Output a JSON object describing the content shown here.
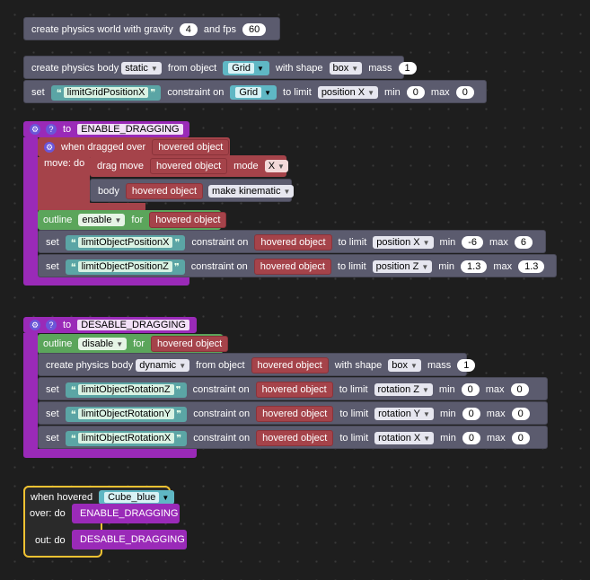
{
  "world": {
    "prefix": "create physics world with gravity",
    "gravity": "4",
    "and_fps": "and fps",
    "fps": "60"
  },
  "body1": {
    "prefix": "create physics body",
    "type": "static",
    "from_object": "from object",
    "object": "Grid",
    "with_shape": "with shape",
    "shape": "box",
    "mass_label": "mass",
    "mass": "1"
  },
  "set1": {
    "set": "set",
    "name": "limitGridPositionX",
    "constraint_on": "constraint on",
    "object": "Grid",
    "to_limit": "to limit",
    "axis": "position X",
    "min_label": "min",
    "min": "0",
    "max_label": "max",
    "max": "0"
  },
  "enable_fn": {
    "to": "to",
    "name": "ENABLE_DRAGGING"
  },
  "dragged": {
    "when": "when dragged over",
    "object": "hovered object",
    "move_do": "move: do"
  },
  "drag_move": {
    "label": "drag move",
    "object": "hovered object",
    "mode_label": "mode",
    "mode": "X"
  },
  "body_kin": {
    "label": "body",
    "object": "hovered object",
    "action": "make kinematic"
  },
  "outline1": {
    "label": "outline",
    "state": "enable",
    "for": "for",
    "object": "hovered object"
  },
  "set2": {
    "set": "set",
    "name": "limitObjectPositionX",
    "constraint_on": "constraint on",
    "object": "hovered object",
    "to_limit": "to limit",
    "axis": "position X",
    "min_label": "min",
    "min": "-6",
    "max_label": "max",
    "max": "6"
  },
  "set3": {
    "set": "set",
    "name": "limitObjectPositionZ",
    "constraint_on": "constraint on",
    "object": "hovered object",
    "to_limit": "to limit",
    "axis": "position Z",
    "min_label": "min",
    "min": "1.3",
    "max_label": "max",
    "max": "1.3"
  },
  "disable_fn": {
    "to": "to",
    "name": "DESABLE_DRAGGING"
  },
  "outline2": {
    "label": "outline",
    "state": "disable",
    "for": "for",
    "object": "hovered object"
  },
  "body2": {
    "prefix": "create physics body",
    "type": "dynamic",
    "from_object": "from object",
    "object": "hovered object",
    "with_shape": "with shape",
    "shape": "box",
    "mass_label": "mass",
    "mass": "1"
  },
  "set4": {
    "set": "set",
    "name": "limitObjectRotationZ",
    "constraint_on": "constraint on",
    "object": "hovered object",
    "to_limit": "to limit",
    "axis": "rotation Z",
    "min_label": "min",
    "min": "0",
    "max_label": "max",
    "max": "0"
  },
  "set5": {
    "set": "set",
    "name": "limitObjectRotationY",
    "constraint_on": "constraint on",
    "object": "hovered object",
    "to_limit": "to limit",
    "axis": "rotation Y",
    "min_label": "min",
    "min": "0",
    "max_label": "max",
    "max": "0"
  },
  "set6": {
    "set": "set",
    "name": "limitObjectRotationX",
    "constraint_on": "constraint on",
    "object": "hovered object",
    "to_limit": "to limit",
    "axis": "rotation X",
    "min_label": "min",
    "min": "0",
    "max_label": "max",
    "max": "0"
  },
  "hover": {
    "when": "when hovered",
    "object": "Cube_blue",
    "over_do": "over: do",
    "over_call": "ENABLE_DRAGGING",
    "out_do": "out: do",
    "out_call": "DESABLE_DRAGGING"
  },
  "icons": {
    "gear": "gear-icon",
    "help": "help-icon"
  }
}
